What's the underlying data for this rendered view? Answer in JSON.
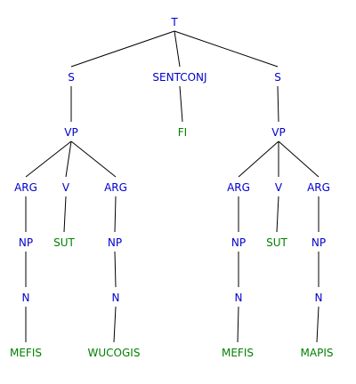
{
  "colors": {
    "nonterminal": "#0000cc",
    "terminal": "#008000",
    "edge": "#000000"
  },
  "tree": {
    "label": "T",
    "terminal": false,
    "children": [
      {
        "label": "S",
        "terminal": false,
        "children": [
          {
            "label": "VP",
            "terminal": false,
            "children": [
              {
                "label": "ARG",
                "terminal": false,
                "children": [
                  {
                    "label": "NP",
                    "terminal": false,
                    "children": [
                      {
                        "label": "N",
                        "terminal": false,
                        "children": [
                          {
                            "label": "MEFIS",
                            "terminal": true,
                            "children": []
                          }
                        ]
                      }
                    ]
                  }
                ]
              },
              {
                "label": "V",
                "terminal": false,
                "children": [
                  {
                    "label": "SUT",
                    "terminal": true,
                    "children": []
                  }
                ]
              },
              {
                "label": "ARG",
                "terminal": false,
                "children": [
                  {
                    "label": "NP",
                    "terminal": false,
                    "children": [
                      {
                        "label": "N",
                        "terminal": false,
                        "children": [
                          {
                            "label": "WUCOGIS",
                            "terminal": true,
                            "children": []
                          }
                        ]
                      }
                    ]
                  }
                ]
              }
            ]
          }
        ]
      },
      {
        "label": "SENTCONJ",
        "terminal": false,
        "children": [
          {
            "label": "FI",
            "terminal": true,
            "children": []
          }
        ]
      },
      {
        "label": "S",
        "terminal": false,
        "children": [
          {
            "label": "VP",
            "terminal": false,
            "children": [
              {
                "label": "ARG",
                "terminal": false,
                "children": [
                  {
                    "label": "NP",
                    "terminal": false,
                    "children": [
                      {
                        "label": "N",
                        "terminal": false,
                        "children": [
                          {
                            "label": "MEFIS",
                            "terminal": true,
                            "children": []
                          }
                        ]
                      }
                    ]
                  }
                ]
              },
              {
                "label": "V",
                "terminal": false,
                "children": [
                  {
                    "label": "SUT",
                    "terminal": true,
                    "children": []
                  }
                ]
              },
              {
                "label": "ARG",
                "terminal": false,
                "children": [
                  {
                    "label": "NP",
                    "terminal": false,
                    "children": [
                      {
                        "label": "N",
                        "terminal": false,
                        "children": [
                          {
                            "label": "MAPIS",
                            "terminal": true,
                            "children": []
                          }
                        ]
                      }
                    ]
                  }
                ]
              }
            ]
          }
        ]
      }
    ]
  }
}
